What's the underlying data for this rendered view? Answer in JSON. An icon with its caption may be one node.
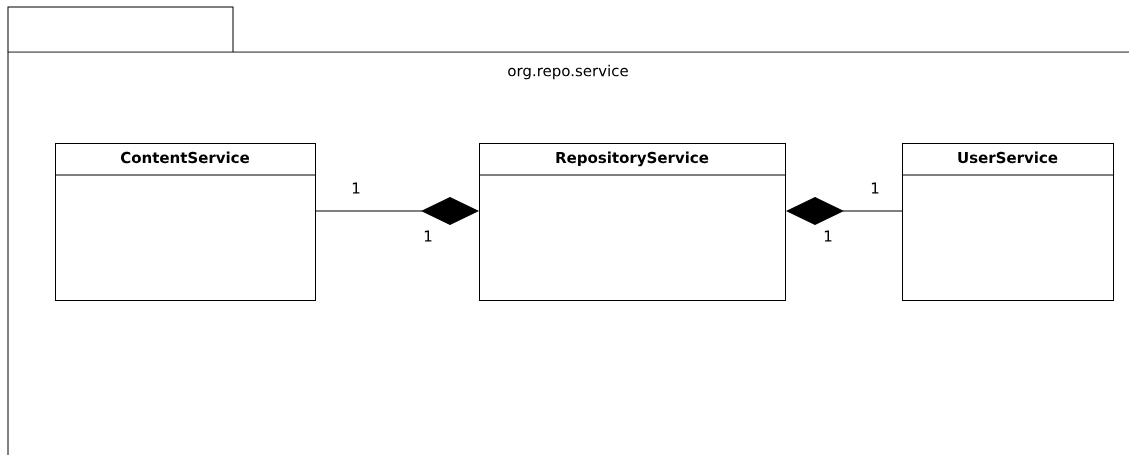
{
  "diagram": {
    "nodes": [
      {
        "text": [
          "org.repo.service"
        ]
      },
      {
        "text": [
          "ContentService"
        ],
        "in": 0
      },
      {
        "text": [
          "RepositoryService"
        ],
        "in": 0
      },
      {
        "text": [
          "UserService"
        ],
        "in": 0
      }
    ],
    "edges": [
      {
        "from": 1,
        "to": 2,
        "arrow": "other"
      },
      {
        "from": 3,
        "to": 2,
        "arrow": "other"
      }
    ],
    "labels": [
      "1",
      "1",
      "1",
      "1"
    ]
  }
}
